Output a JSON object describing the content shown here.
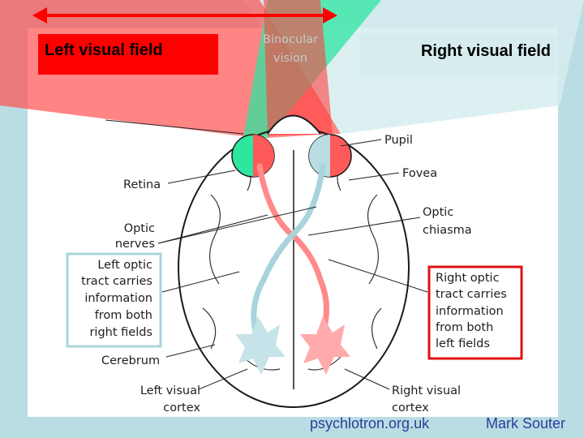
{
  "fields": {
    "left": "Left visual field",
    "right": "Right visual field"
  },
  "binocular": [
    "Binocular",
    "vision"
  ],
  "labels": {
    "pupil": "Pupil",
    "fovea": "Fovea",
    "retina": "Retina",
    "optic_chiasma": [
      "Optic",
      "chiasma"
    ],
    "optic_nerves": [
      "Optic",
      "nerves"
    ],
    "left_tract": [
      "Left optic",
      "tract carries",
      "information",
      "from both",
      "right fields"
    ],
    "right_tract": [
      "Right optic",
      "tract carries",
      "information",
      "from both",
      "left fields"
    ],
    "cerebrum": "Cerebrum",
    "left_cortex": [
      "Left visual",
      "cortex"
    ],
    "right_cortex": [
      "Right visual",
      "cortex"
    ]
  },
  "footer": {
    "site": "psychlotron.org.uk",
    "author": "Mark Souter"
  },
  "colors": {
    "background": "#b9dde2",
    "red": "#ff0000",
    "green": "#2de6a0",
    "pale": "#d6ecef",
    "footer_text": "#2b3d9c"
  }
}
